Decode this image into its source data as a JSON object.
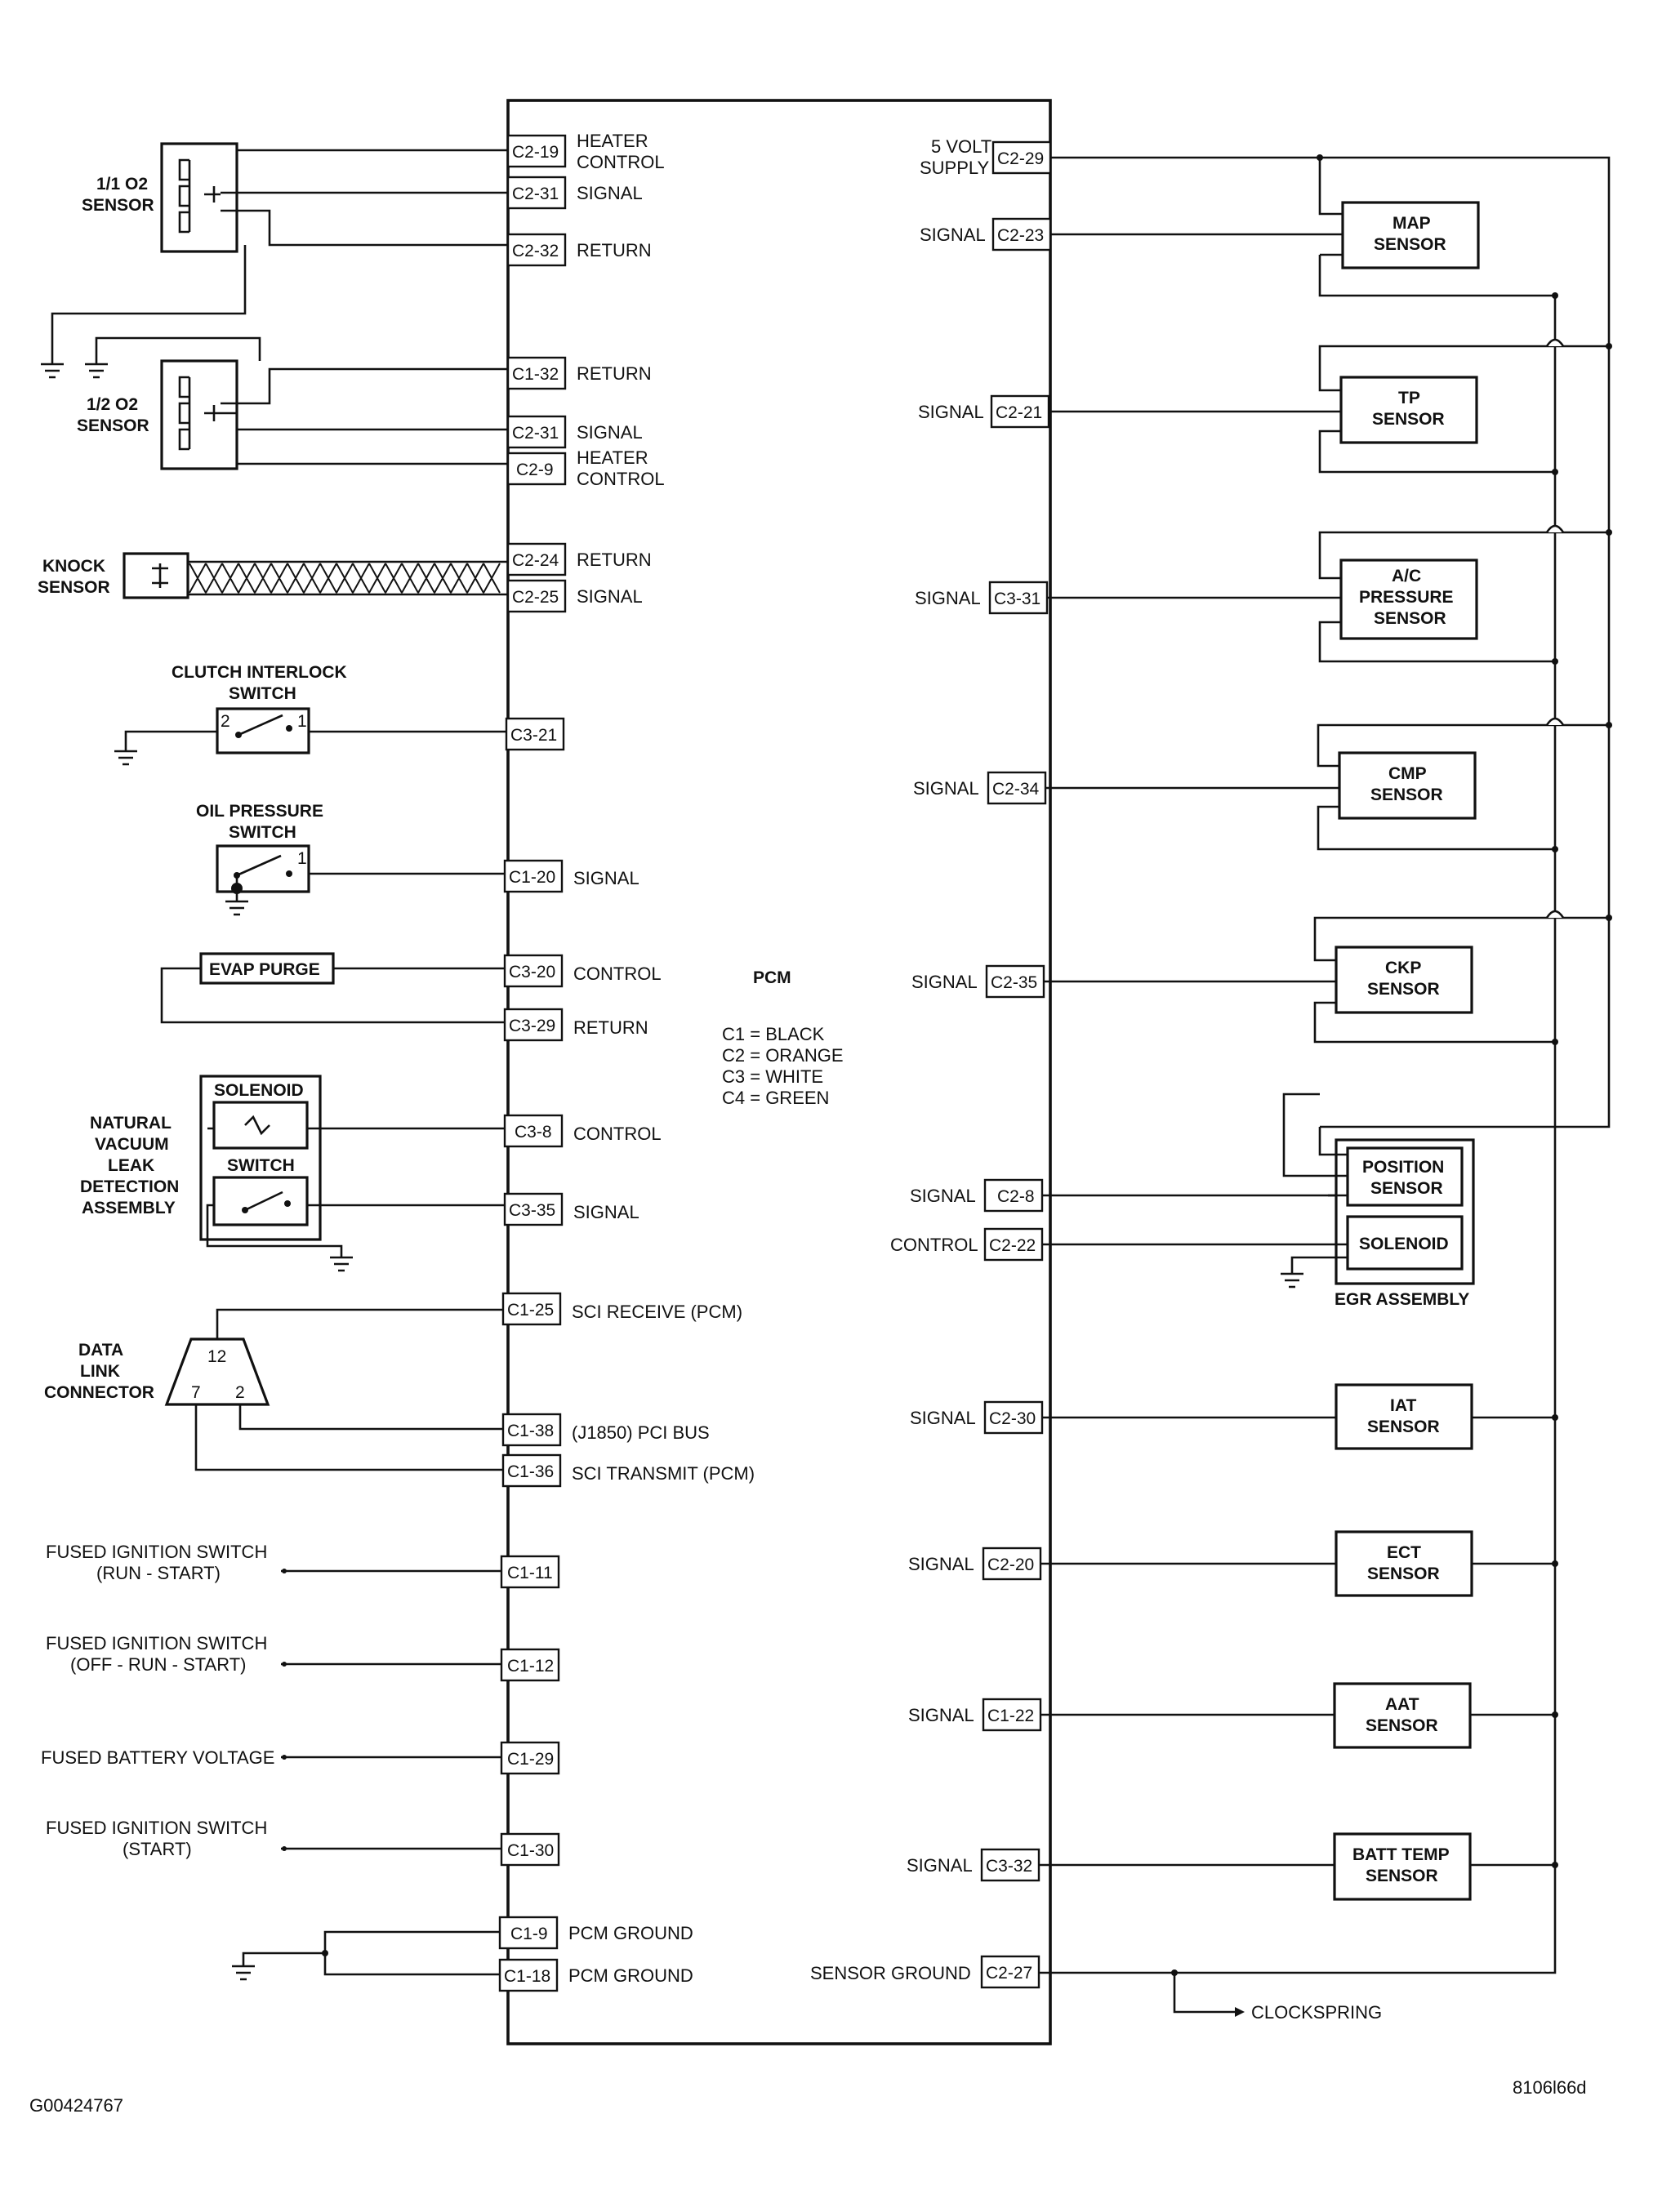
{
  "pcm": {
    "title": "PCM",
    "legend": [
      "C1 = BLACK",
      "C2 = ORANGE",
      "C3 = WHITE",
      "C4 = GREEN"
    ]
  },
  "left_components": {
    "o2_1_1": [
      "1/1 O2",
      "SENSOR"
    ],
    "o2_1_2": [
      "1/2 O2",
      "SENSOR"
    ],
    "knock": [
      "KNOCK",
      "SENSOR"
    ],
    "clutch": [
      "CLUTCH INTERLOCK",
      "SWITCH"
    ],
    "clutch_pins": [
      "2",
      "1"
    ],
    "oil": [
      "OIL PRESSURE",
      "SWITCH"
    ],
    "oil_pin": "1",
    "evap": "EVAP PURGE",
    "nvld_solenoid": "SOLENOID",
    "nvld_switch": "SWITCH",
    "nvld": [
      "NATURAL",
      "VACUUM",
      "LEAK",
      "DETECTION",
      "ASSEMBLY"
    ],
    "dlc": [
      "DATA",
      "LINK",
      "CONNECTOR"
    ],
    "dlc_pins": [
      "12",
      "7",
      "2"
    ],
    "ign_run_start": [
      "FUSED IGNITION SWITCH",
      "(RUN - START)"
    ],
    "ign_off_run_start": [
      "FUSED IGNITION SWITCH",
      "(OFF - RUN - START)"
    ],
    "batt_voltage": "FUSED BATTERY VOLTAGE",
    "ign_start": [
      "FUSED IGNITION SWITCH",
      "(START)"
    ]
  },
  "left_pins": [
    {
      "pin": "C2-19",
      "label": [
        "HEATER",
        "CONTROL"
      ]
    },
    {
      "pin": "C2-31",
      "label": [
        "SIGNAL"
      ]
    },
    {
      "pin": "C2-32",
      "label": [
        "RETURN"
      ]
    },
    {
      "pin": "C1-32",
      "label": [
        "RETURN"
      ]
    },
    {
      "pin": "C2-31",
      "label": [
        "SIGNAL"
      ]
    },
    {
      "pin": "C2-9",
      "label": [
        "HEATER",
        "CONTROL"
      ]
    },
    {
      "pin": "C2-24",
      "label": [
        "RETURN"
      ]
    },
    {
      "pin": "C2-25",
      "label": [
        "SIGNAL"
      ]
    },
    {
      "pin": "C3-21",
      "label": []
    },
    {
      "pin": "C1-20",
      "label": [
        "SIGNAL"
      ]
    },
    {
      "pin": "C3-20",
      "label": [
        "CONTROL"
      ]
    },
    {
      "pin": "C3-29",
      "label": [
        "RETURN"
      ]
    },
    {
      "pin": "C3-8",
      "label": [
        "CONTROL"
      ]
    },
    {
      "pin": "C3-35",
      "label": [
        "SIGNAL"
      ]
    },
    {
      "pin": "C1-25",
      "label": [
        "SCI RECEIVE (PCM)"
      ]
    },
    {
      "pin": "C1-38",
      "label": [
        "(J1850) PCI BUS"
      ]
    },
    {
      "pin": "C1-36",
      "label": [
        "SCI TRANSMIT (PCM)"
      ]
    },
    {
      "pin": "C1-11",
      "label": []
    },
    {
      "pin": "C1-12",
      "label": []
    },
    {
      "pin": "C1-29",
      "label": []
    },
    {
      "pin": "C1-30",
      "label": []
    },
    {
      "pin": "C1-9",
      "label": [
        "PCM GROUND"
      ]
    },
    {
      "pin": "C1-18",
      "label": [
        "PCM GROUND"
      ]
    }
  ],
  "right_pins": [
    {
      "pin": "C2-29",
      "label": [
        "5 VOLT",
        "SUPPLY"
      ]
    },
    {
      "pin": "C2-23",
      "label": [
        "SIGNAL"
      ]
    },
    {
      "pin": "C2-21",
      "label": [
        "SIGNAL"
      ]
    },
    {
      "pin": "C3-31",
      "label": [
        "SIGNAL"
      ]
    },
    {
      "pin": "C2-34",
      "label": [
        "SIGNAL"
      ]
    },
    {
      "pin": "C2-35",
      "label": [
        "SIGNAL"
      ]
    },
    {
      "pin": "C2-8",
      "label": [
        "SIGNAL"
      ]
    },
    {
      "pin": "C2-22",
      "label": [
        "CONTROL"
      ]
    },
    {
      "pin": "C2-30",
      "label": [
        "SIGNAL"
      ]
    },
    {
      "pin": "C2-20",
      "label": [
        "SIGNAL"
      ]
    },
    {
      "pin": "C1-22",
      "label": [
        "SIGNAL"
      ]
    },
    {
      "pin": "C3-32",
      "label": [
        "SIGNAL"
      ]
    },
    {
      "pin": "C2-27",
      "label": [
        "SENSOR GROUND"
      ]
    }
  ],
  "right_components": {
    "map": [
      "MAP",
      "SENSOR"
    ],
    "tp": [
      "TP",
      "SENSOR"
    ],
    "ac": [
      "A/C",
      "PRESSURE",
      "SENSOR"
    ],
    "cmp": [
      "CMP",
      "SENSOR"
    ],
    "ckp": [
      "CKP",
      "SENSOR"
    ],
    "egr_position": [
      "POSITION",
      "SENSOR"
    ],
    "egr_solenoid": "SOLENOID",
    "egr_assembly": "EGR ASSEMBLY",
    "iat": [
      "IAT",
      "SENSOR"
    ],
    "ect": [
      "ECT",
      "SENSOR"
    ],
    "aat": [
      "AAT",
      "SENSOR"
    ],
    "batt_temp": [
      "BATT TEMP",
      "SENSOR"
    ],
    "clockspring": "CLOCKSPRING"
  },
  "footer": {
    "left_code": "G00424767",
    "right_code": "8106l66d"
  }
}
